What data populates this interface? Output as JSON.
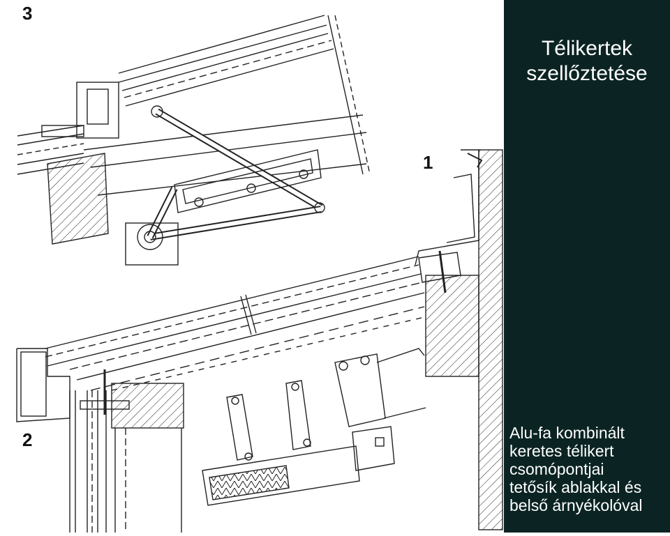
{
  "panel": {
    "background": "#0b2423",
    "title_lines": [
      "Télikertek",
      "szellőztetése"
    ],
    "caption_lines": [
      "Alu-fa kombinált",
      "keretes télikert",
      "csomópontjai",
      "tetősík ablakkal és",
      "belső árnyékolóval"
    ]
  },
  "drawing": {
    "detail_labels": [
      "3",
      "1",
      "2"
    ]
  }
}
